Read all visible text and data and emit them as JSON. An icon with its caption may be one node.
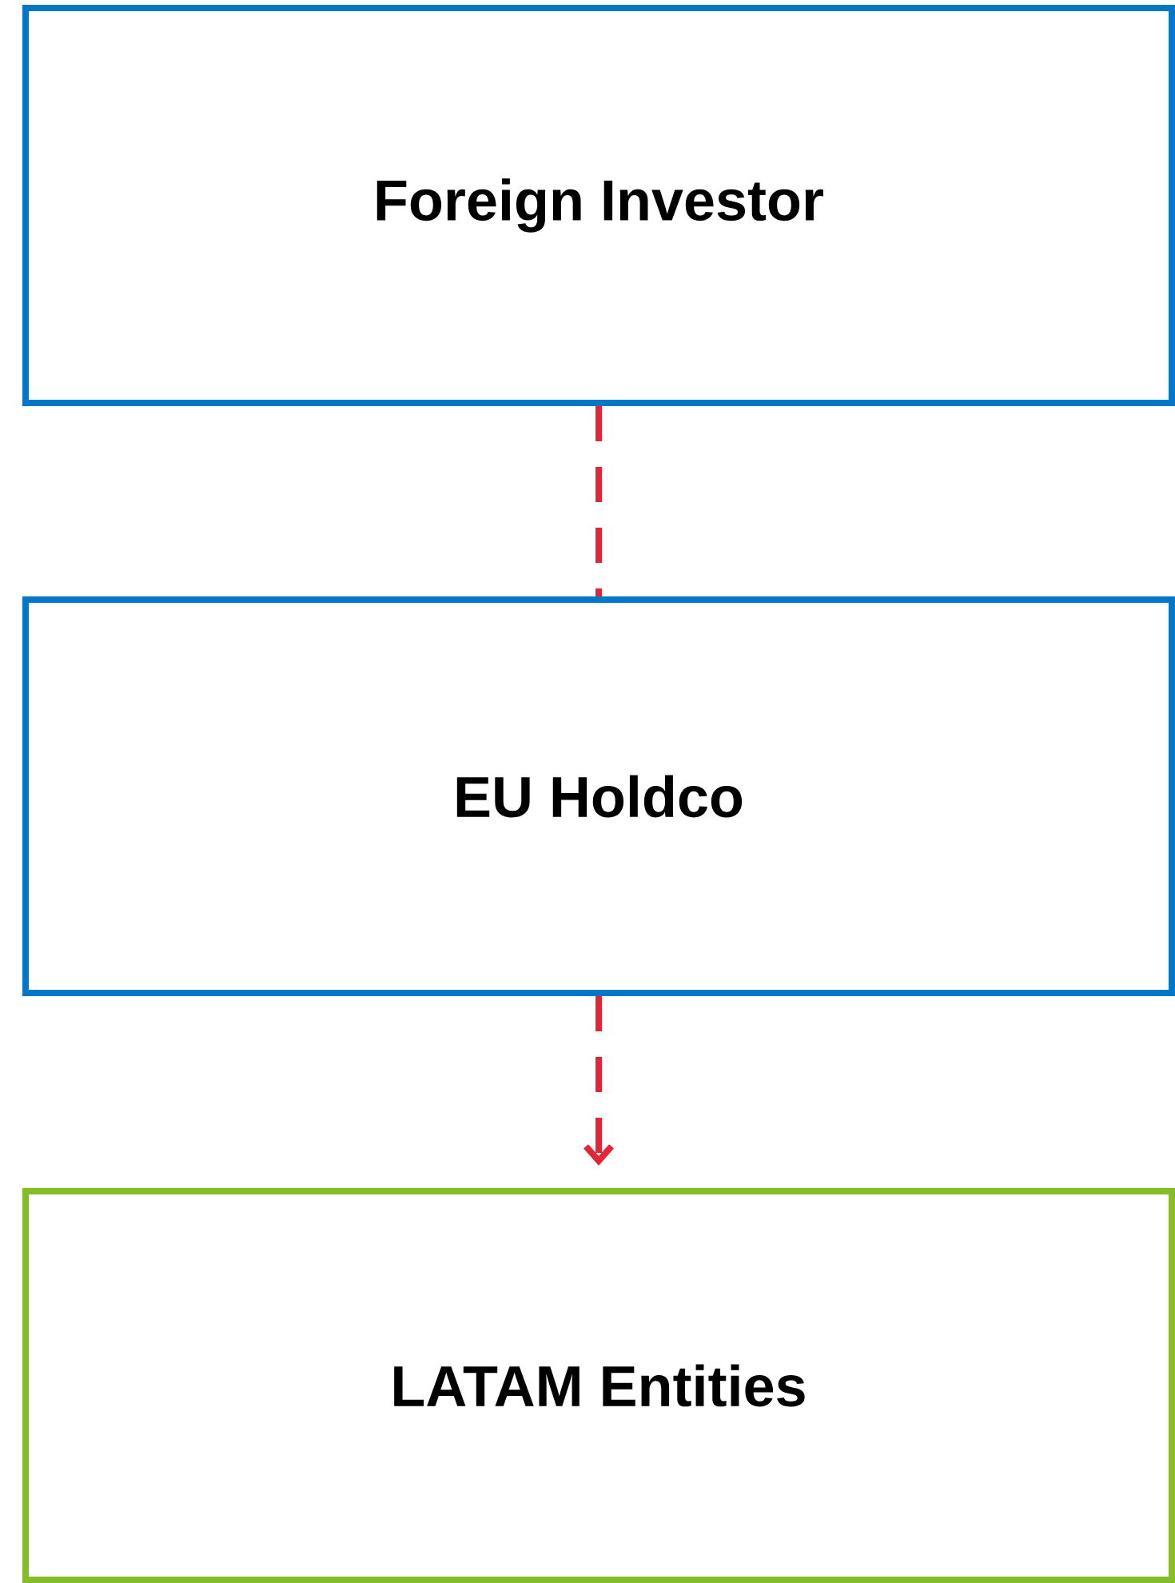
{
  "diagram": {
    "nodes": [
      {
        "text": [
          "Foreign Investor"
        ]
      },
      {
        "text": [
          "EU Holdco"
        ]
      },
      {
        "text": [
          "LATAM Entities"
        ]
      }
    ],
    "edges": [
      {
        "from": 0,
        "to": 1,
        "arrow": "none",
        "style": "dashed"
      },
      {
        "from": 1,
        "to": 2,
        "arrow": "to",
        "style": "dashed"
      }
    ]
  }
}
